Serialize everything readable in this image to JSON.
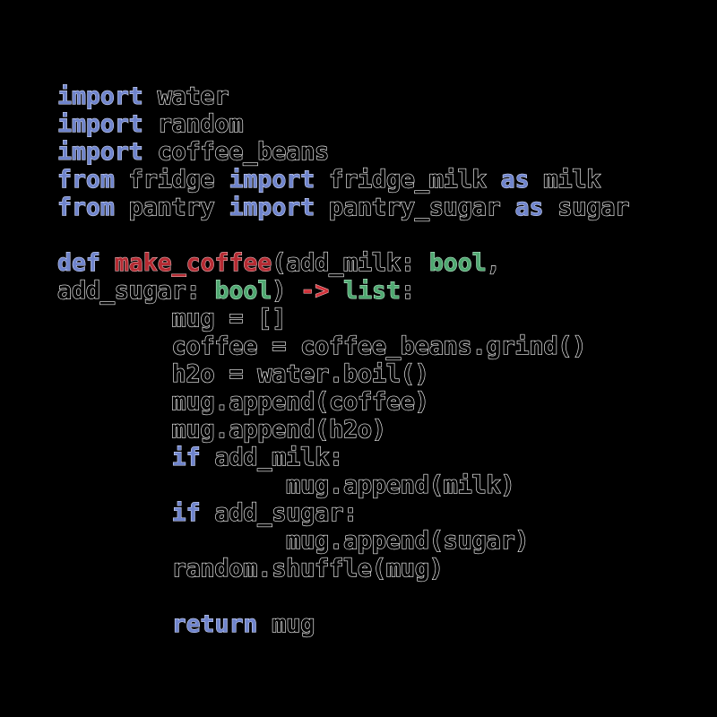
{
  "colors": {
    "background": "#000000",
    "keyword": "#6f84cc",
    "function_name": "#b52a32",
    "type": "#4fa871",
    "arrow": "#d0323a",
    "plain_outline": "#f2f2f2"
  },
  "lines": [
    [
      {
        "t": "import",
        "c": "kw"
      },
      {
        "t": " water",
        "c": "tok"
      }
    ],
    [
      {
        "t": "import",
        "c": "kw"
      },
      {
        "t": " random",
        "c": "tok"
      }
    ],
    [
      {
        "t": "import",
        "c": "kw"
      },
      {
        "t": " coffee_beans",
        "c": "tok"
      }
    ],
    [
      {
        "t": "from",
        "c": "kw"
      },
      {
        "t": " fridge ",
        "c": "tok"
      },
      {
        "t": "import",
        "c": "kw"
      },
      {
        "t": " fridge_milk ",
        "c": "tok"
      },
      {
        "t": "as",
        "c": "kw"
      },
      {
        "t": " milk",
        "c": "tok"
      }
    ],
    [
      {
        "t": "from",
        "c": "kw"
      },
      {
        "t": " pantry ",
        "c": "tok"
      },
      {
        "t": "import",
        "c": "kw"
      },
      {
        "t": " pantry_sugar ",
        "c": "tok"
      },
      {
        "t": "as",
        "c": "kw"
      },
      {
        "t": " sugar",
        "c": "tok"
      }
    ],
    [],
    [
      {
        "t": "def",
        "c": "kw"
      },
      {
        "t": " ",
        "c": "tok"
      },
      {
        "t": "make_coffee",
        "c": "fn"
      },
      {
        "t": "(add_milk: ",
        "c": "tok"
      },
      {
        "t": "bool",
        "c": "ty"
      },
      {
        "t": ",",
        "c": "tok"
      }
    ],
    [
      {
        "t": "add_sugar: ",
        "c": "tok"
      },
      {
        "t": "bool",
        "c": "ty"
      },
      {
        "t": ") ",
        "c": "tok"
      },
      {
        "t": "->",
        "c": "op"
      },
      {
        "t": " ",
        "c": "tok"
      },
      {
        "t": "list",
        "c": "ty"
      },
      {
        "t": ":",
        "c": "tok"
      }
    ],
    [
      {
        "t": "        mug = []",
        "c": "tok"
      }
    ],
    [
      {
        "t": "        coffee = coffee_beans.grind()",
        "c": "tok"
      }
    ],
    [
      {
        "t": "        h2o = water.boil()",
        "c": "tok"
      }
    ],
    [
      {
        "t": "        mug.append(coffee)",
        "c": "tok"
      }
    ],
    [
      {
        "t": "        mug.append(h2o)",
        "c": "tok"
      }
    ],
    [
      {
        "t": "        ",
        "c": "tok"
      },
      {
        "t": "if",
        "c": "kw"
      },
      {
        "t": " add_milk:",
        "c": "tok"
      }
    ],
    [
      {
        "t": "                mug.append(milk)",
        "c": "tok"
      }
    ],
    [
      {
        "t": "        ",
        "c": "tok"
      },
      {
        "t": "if",
        "c": "kw"
      },
      {
        "t": " add_sugar:",
        "c": "tok"
      }
    ],
    [
      {
        "t": "                mug.append(sugar)",
        "c": "tok"
      }
    ],
    [
      {
        "t": "        random.shuffle(mug)",
        "c": "tok"
      }
    ],
    [],
    [
      {
        "t": "        ",
        "c": "tok"
      },
      {
        "t": "return",
        "c": "kw"
      },
      {
        "t": " mug",
        "c": "tok"
      }
    ]
  ]
}
